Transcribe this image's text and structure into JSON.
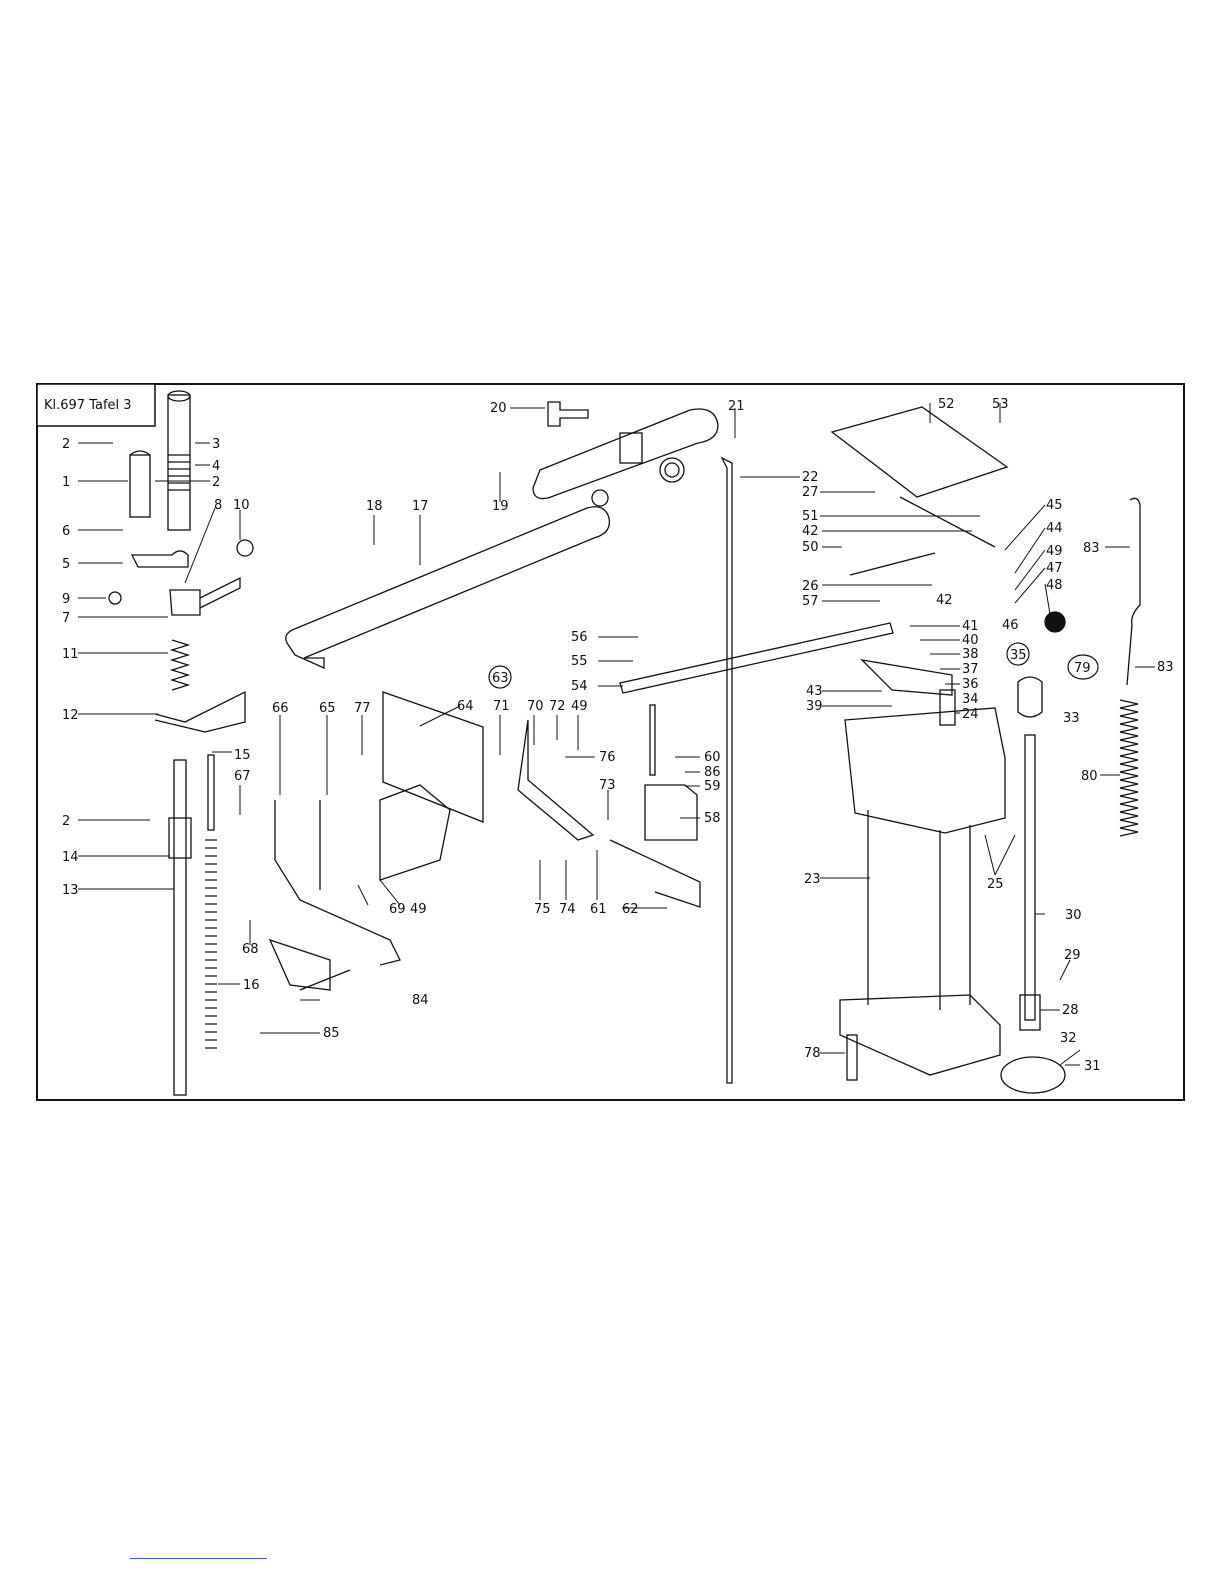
{
  "title": "Kl.697 Tafel 3",
  "circled_refs": [
    "63",
    "35",
    "79"
  ],
  "parts": {
    "p1": "1",
    "p2a": "2",
    "p2b": "2",
    "p2c": "2",
    "p3": "3",
    "p4": "4",
    "p5": "5",
    "p6": "6",
    "p7": "7",
    "p8": "8",
    "p9": "9",
    "p10": "10",
    "p11": "11",
    "p12": "12",
    "p13": "13",
    "p14": "14",
    "p15": "15",
    "p16": "16",
    "p17": "17",
    "p18": "18",
    "p19": "19",
    "p20": "20",
    "p21": "21",
    "p22": "22",
    "p23": "23",
    "p24": "24",
    "p25": "25",
    "p26": "26",
    "p27": "27",
    "p28": "28",
    "p29": "29",
    "p30": "30",
    "p31": "31",
    "p32": "32",
    "p33": "33",
    "p34": "34",
    "p36": "36",
    "p37": "37",
    "p38": "38",
    "p39": "39",
    "p40": "40",
    "p41": "41",
    "p42a": "42",
    "p42b": "42",
    "p43": "43",
    "p44": "44",
    "p45": "45",
    "p46": "46",
    "p47": "47",
    "p48": "48",
    "p49a": "49",
    "p49b": "49",
    "p49c": "49",
    "p50": "50",
    "p51": "51",
    "p52": "52",
    "p53": "53",
    "p54": "54",
    "p55": "55",
    "p56": "56",
    "p57": "57",
    "p58": "58",
    "p59": "59",
    "p60": "60",
    "p61": "61",
    "p62": "62",
    "p64": "64",
    "p65": "65",
    "p66": "66",
    "p67": "67",
    "p68": "68",
    "p69": "69",
    "p70": "70",
    "p71": "71",
    "p72": "72",
    "p73": "73",
    "p74": "74",
    "p75": "75",
    "p76": "76",
    "p77": "77",
    "p78": "78",
    "p80": "80",
    "p83a": "83",
    "p83b": "83",
    "p84": "84",
    "p85": "85",
    "p86": "86"
  }
}
